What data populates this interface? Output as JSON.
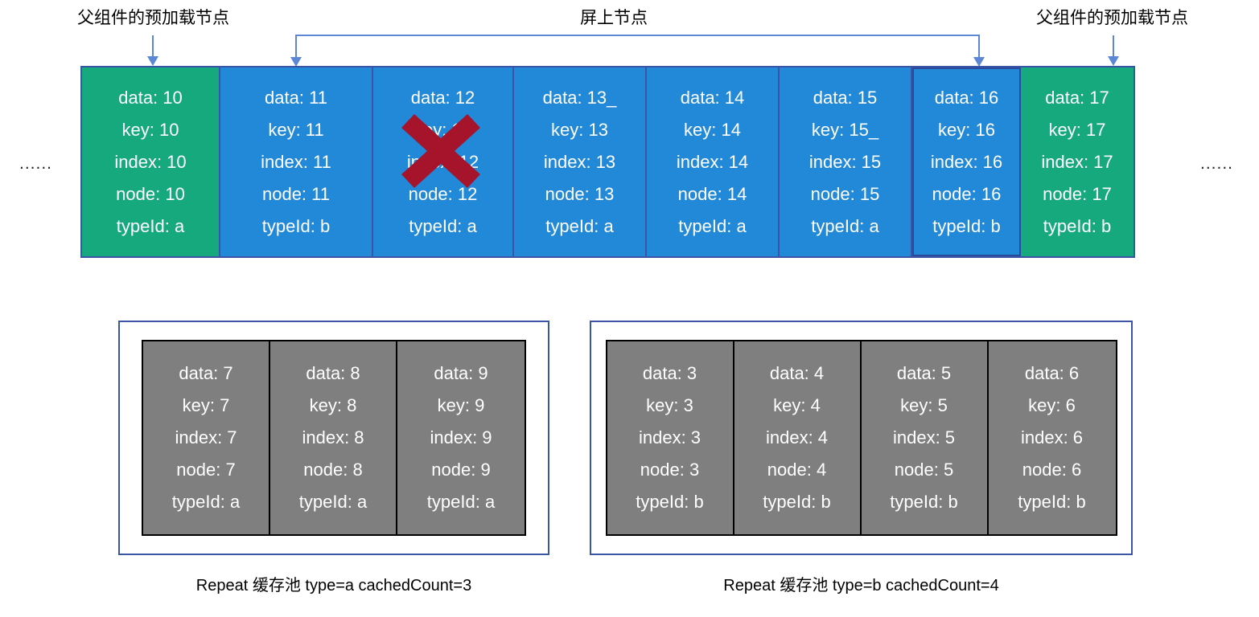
{
  "diagram": {
    "labels": {
      "preload_left": "父组件的预加载节点",
      "onscreen": "屏上节点",
      "preload_right": "父组件的预加载节点",
      "ellipsis_left": "......",
      "ellipsis_right": "......"
    },
    "colors": {
      "green": "#17A97E",
      "blue": "#2289D8",
      "gray": "#7F7F7F",
      "border_blue": "#3A55A5",
      "arrow_blue": "#5B87D6",
      "strike_red": "#A5142B"
    },
    "node_row": [
      {
        "color": "green",
        "highlight": false,
        "data": "data: 10",
        "key": "key: 10",
        "index": "index: 10",
        "node": "node: 10",
        "typeId": "typeId: a",
        "struck": false
      },
      {
        "color": "blue",
        "highlight": false,
        "data": "data: 11",
        "key": "key: 11",
        "index": "index: 11",
        "node": "node: 11",
        "typeId": "typeId: b",
        "struck": false
      },
      {
        "color": "blue",
        "highlight": false,
        "data": "data: 12",
        "key": "key: 12",
        "index": "index: 12",
        "node": "node: 12",
        "typeId": "typeId: a",
        "struck": true
      },
      {
        "color": "blue",
        "highlight": false,
        "data": "data: 13_",
        "key": "key: 13",
        "index": "index: 13",
        "node": "node: 13",
        "typeId": "typeId: a",
        "struck": false
      },
      {
        "color": "blue",
        "highlight": false,
        "data": "data: 14",
        "key": "key: 14",
        "index": "index: 14",
        "node": "node: 14",
        "typeId": "typeId: a",
        "struck": false
      },
      {
        "color": "blue",
        "highlight": false,
        "data": "data: 15",
        "key": "key: 15_",
        "index": "index: 15",
        "node": "node: 15",
        "typeId": "typeId: a",
        "struck": false
      },
      {
        "color": "blue",
        "highlight": true,
        "data": "data: 16",
        "key": "key: 16",
        "index": "index: 16",
        "node": "node: 16",
        "typeId": "typeId: b",
        "struck": false
      },
      {
        "color": "green",
        "highlight": false,
        "data": "data: 17",
        "key": "key: 17",
        "index": "index: 17",
        "node": "node: 17",
        "typeId": "typeId: b",
        "struck": false
      }
    ],
    "pool_a": {
      "caption": "Repeat 缓存池 type=a  cachedCount=3",
      "cells": [
        {
          "data": "data: 7",
          "key": "key: 7",
          "index": "index: 7",
          "node": "node: 7",
          "typeId": "typeId: a"
        },
        {
          "data": "data: 8",
          "key": "key: 8",
          "index": "index: 8",
          "node": "node: 8",
          "typeId": "typeId: a"
        },
        {
          "data": "data: 9",
          "key": "key: 9",
          "index": "index: 9",
          "node": "node: 9",
          "typeId": "typeId: a"
        }
      ]
    },
    "pool_b": {
      "caption": "Repeat 缓存池 type=b  cachedCount=4",
      "cells": [
        {
          "data": "data: 3",
          "key": "key: 3",
          "index": "index: 3",
          "node": "node: 3",
          "typeId": "typeId: b"
        },
        {
          "data": "data: 4",
          "key": "key: 4",
          "index": "index: 4",
          "node": "node: 4",
          "typeId": "typeId: b"
        },
        {
          "data": "data: 5",
          "key": "key: 5",
          "index": "index: 5",
          "node": "node: 5",
          "typeId": "typeId: b"
        },
        {
          "data": "data: 6",
          "key": "key: 6",
          "index": "index: 6",
          "node": "node: 6",
          "typeId": "typeId: b"
        }
      ]
    }
  }
}
